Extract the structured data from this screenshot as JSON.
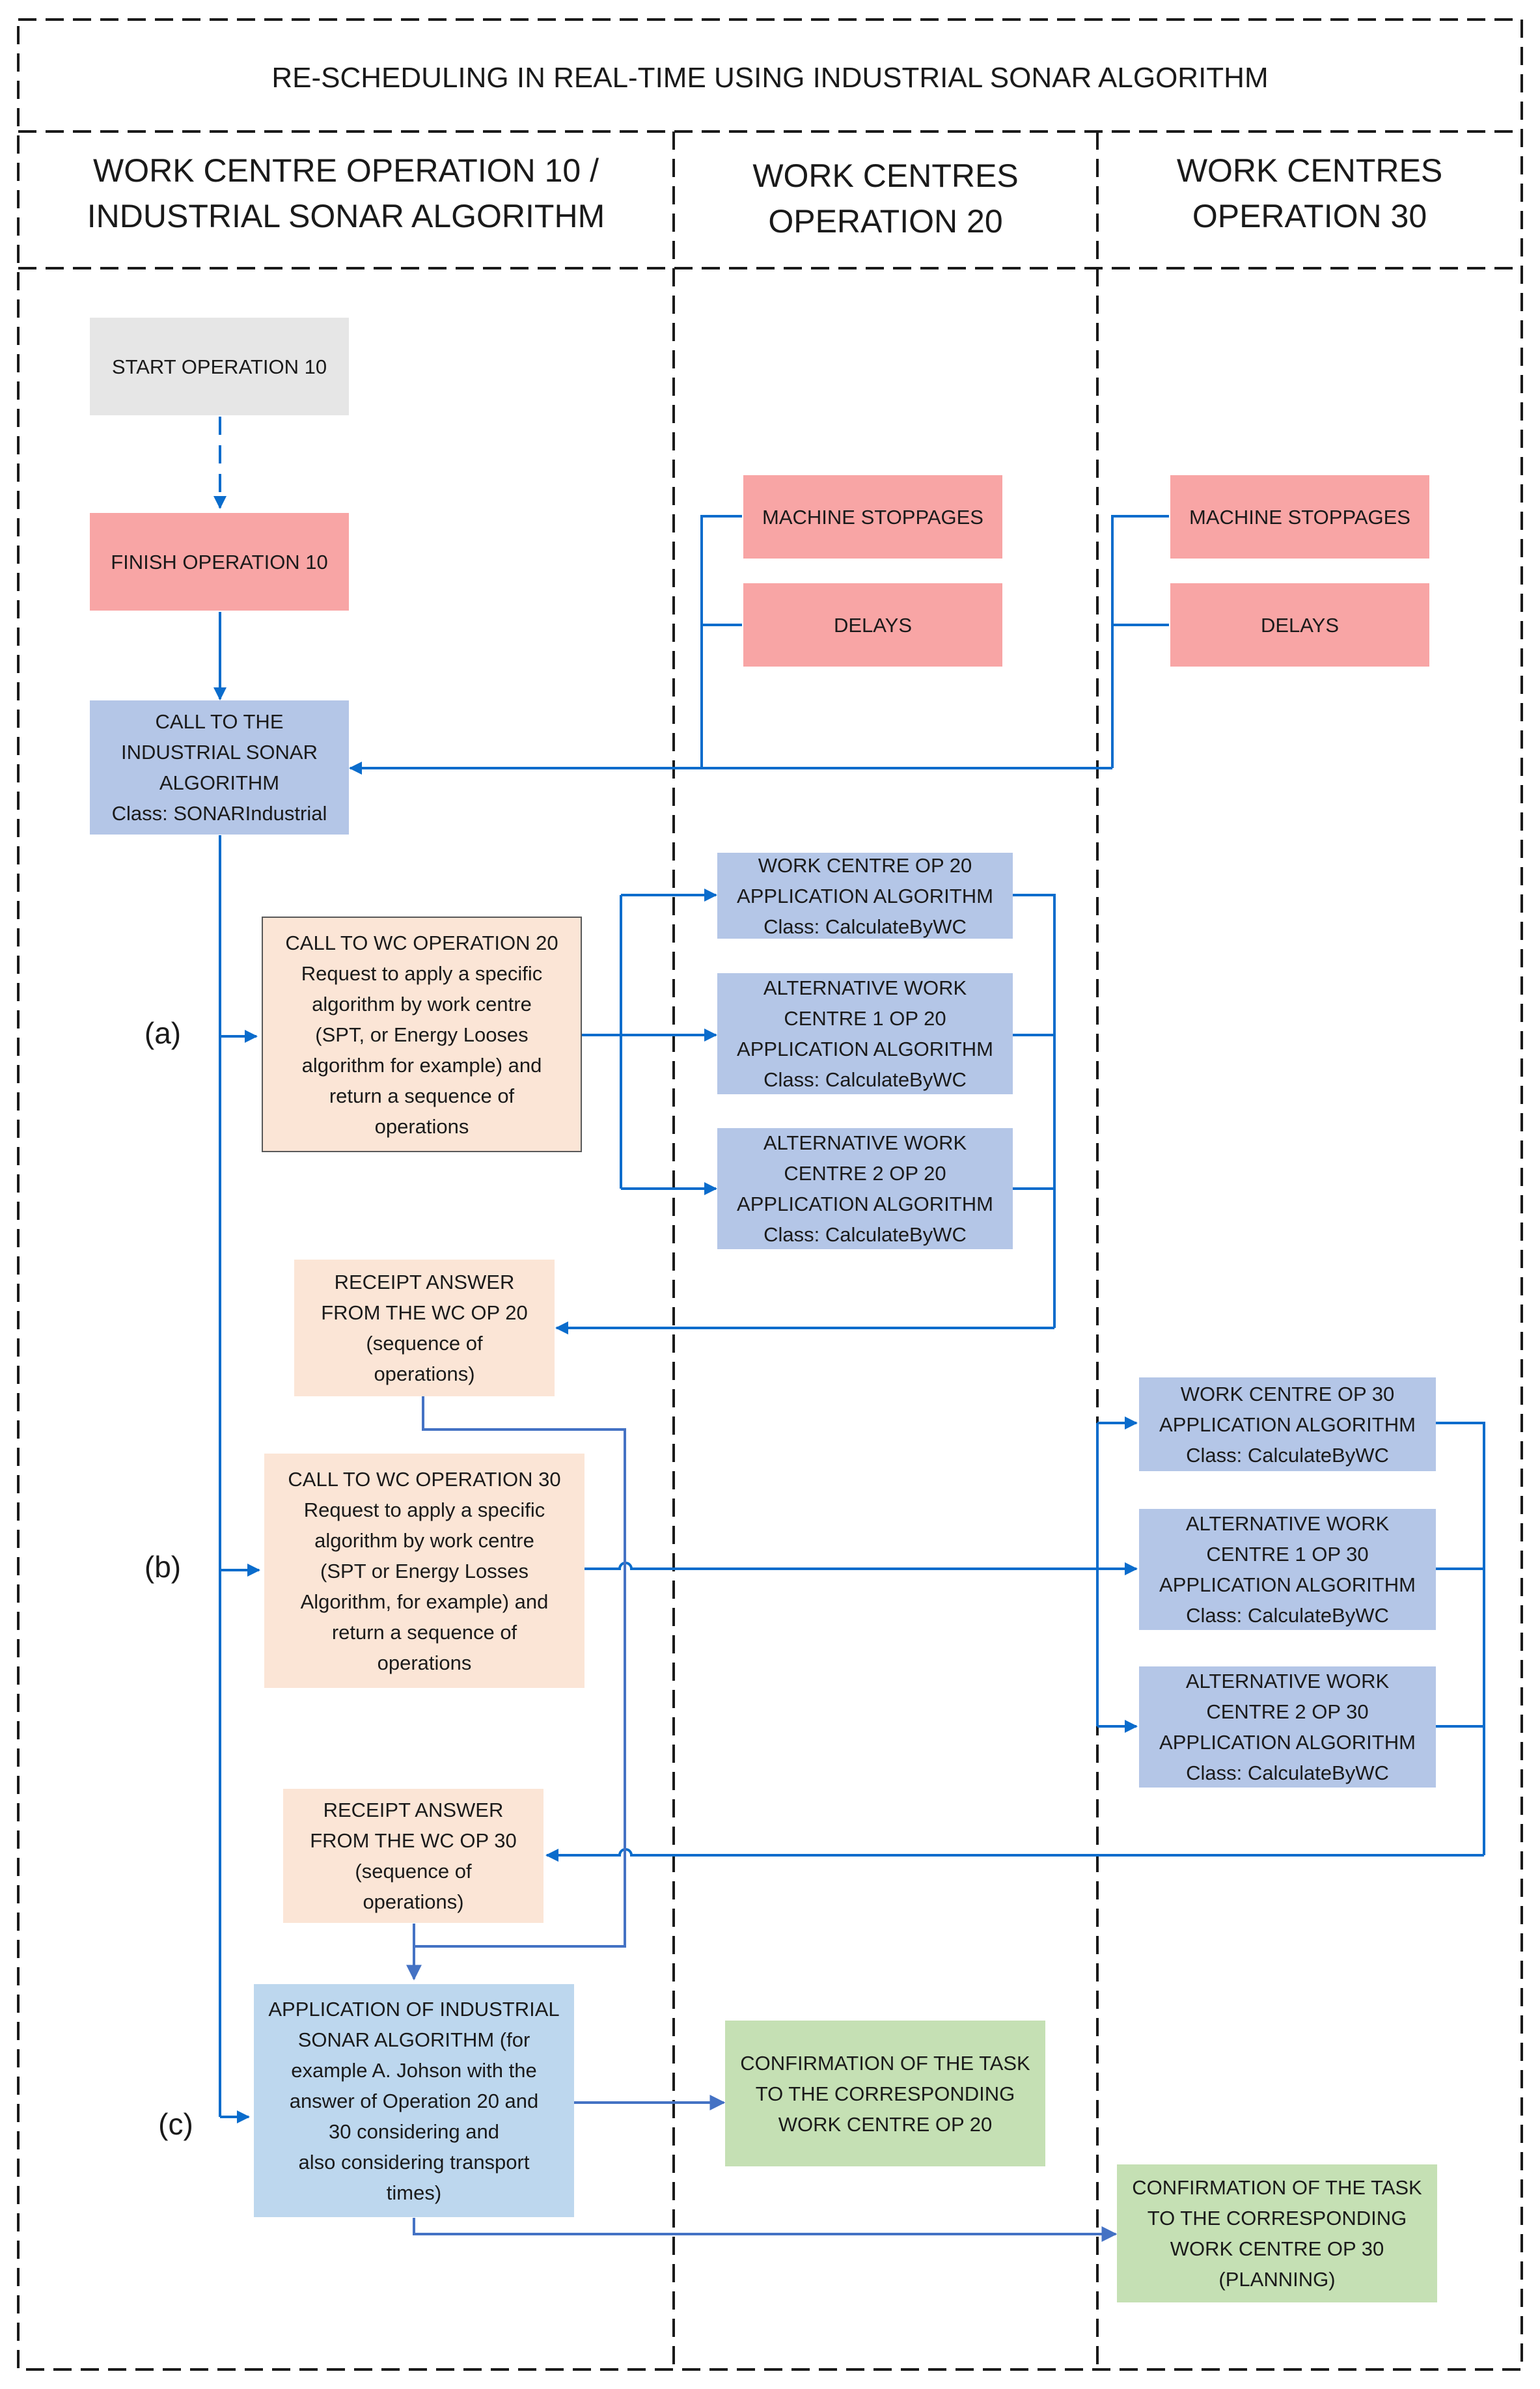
{
  "diagram": {
    "title": "RE-SCHEDULING IN REAL-TIME USING INDUSTRIAL SONAR ALGORITHM",
    "lanes": [
      "WORK CENTRE OPERATION 10 /\nINDUSTRIAL SONAR ALGORITHM",
      "WORK CENTRES\nOPERATION 20",
      "WORK CENTRES\nOPERATION 30"
    ],
    "nodes": {
      "start_op10": "START OPERATION 10",
      "finish_op10": "FINISH OPERATION 10",
      "call_sonar": "CALL TO THE\nINDUSTRIAL SONAR\nALGORITHM\nClass: SONARIndustrial",
      "machine_stoppages_op20": "MACHINE STOPPAGES",
      "delays_op20": "DELAYS",
      "machine_stoppages_op30": "MACHINE STOPPAGES",
      "delays_op30": "DELAYS",
      "call_wc_op20": "CALL TO WC OPERATION 20\nRequest to apply  a specific\nalgorithm by work centre\n(SPT, or Energy Looses\nalgorithm for example) and\nreturn a sequence of\noperations",
      "wc_op20_alg": "WORK CENTRE OP 20\nAPPLICATION ALGORITHM\nClass: CalculateByWC",
      "alt1_op20_alg": "ALTERNATIVE WORK\nCENTRE 1 OP 20\nAPPLICATION ALGORITHM\nClass: CalculateByWC",
      "alt2_op20_alg": "ALTERNATIVE WORK\nCENTRE 2 OP 20\nAPPLICATION ALGORITHM\nClass: CalculateByWC",
      "receipt_op20": "RECEIPT ANSWER\nFROM THE WC OP 20\n(sequence of\noperations)",
      "call_wc_op30": "CALL TO WC OPERATION 30\nRequest to apply a specific\nalgorithm by work centre\n(SPT or Energy Losses\nAlgorithm, for example) and\nreturn a sequence of\noperations",
      "wc_op30_alg": "WORK CENTRE OP 30\nAPPLICATION ALGORITHM\nClass: CalculateByWC",
      "alt1_op30_alg": "ALTERNATIVE WORK\nCENTRE 1 OP 30\nAPPLICATION ALGORITHM\nClass: CalculateByWC",
      "alt2_op30_alg": "ALTERNATIVE WORK\nCENTRE 2 OP 30\nAPPLICATION ALGORITHM\nClass: CalculateByWC",
      "receipt_op30": "RECEIPT ANSWER\nFROM THE WC OP  30\n(sequence of\noperations)",
      "apply_sonar": "APPLICATION OF INDUSTRIAL\nSONAR ALGORITHM (for\nexample A. Johson with the\nanswer of Operation 20 and\n30 considering and\nalso  considering transport\ntimes)",
      "confirm_op20": "CONFIRMATION OF THE TASK\nTO THE CORRESPONDING\nWORK CENTRE OP 20",
      "confirm_op30": "CONFIRMATION OF THE TASK\nTO THE CORRESPONDING\nWORK CENTRE OP 30\n(PLANNING)"
    },
    "step_labels": {
      "a": "(a)",
      "b": "(b)",
      "c": "(c)"
    },
    "colors": {
      "connector": "#0a6ccc",
      "dashed_border": "#1a1a1a",
      "start": "#e6e6e6",
      "event": "#f8a5a5",
      "algorithm": "#b4c6e7",
      "request": "#fbe5d6",
      "confirmation": "#c5e0b4"
    }
  }
}
